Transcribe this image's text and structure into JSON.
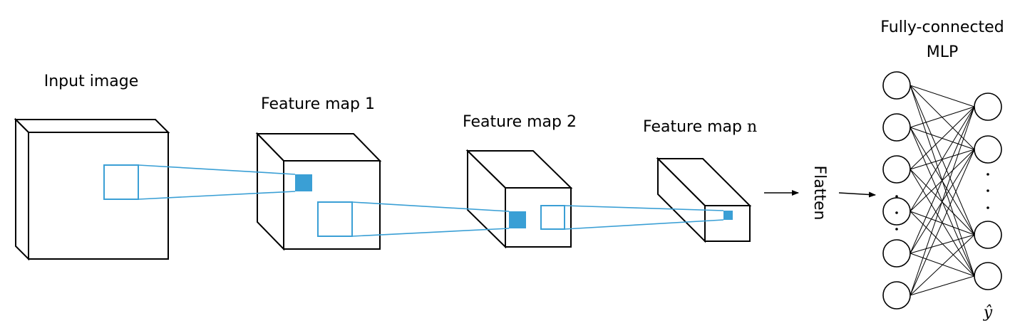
{
  "labels": {
    "input_image": "Input image",
    "feature_map_1": "Feature map 1",
    "feature_map_2": "Feature map 2",
    "feature_map_n_prefix": "Feature map ",
    "feature_map_n_var": "n",
    "flatten": "Flatten",
    "mlp_line1": "Fully-connected",
    "mlp_line2": "MLP",
    "output": "ŷ"
  },
  "mlp": {
    "input_nodes": 6,
    "output_nodes": 4
  },
  "colors": {
    "accent": "#3a9fd5",
    "stroke": "#000000",
    "background": "#ffffff"
  }
}
